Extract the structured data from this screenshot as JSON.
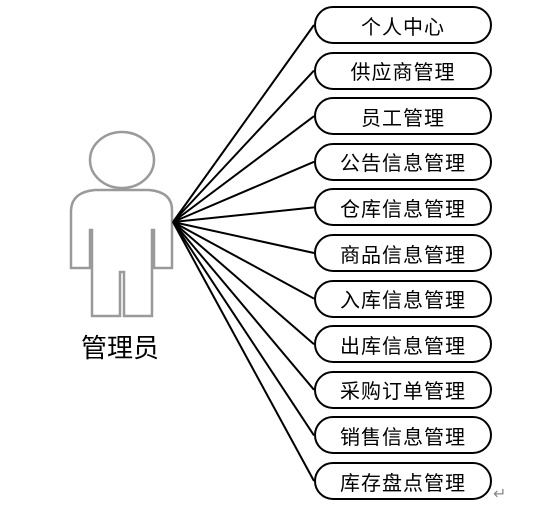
{
  "actor": {
    "label": "管理员",
    "icon": "person-icon"
  },
  "use_cases": [
    "个人中心",
    "供应商管理",
    "员工管理",
    "公告信息管理",
    "仓库信息管理",
    "商品信息管理",
    "入库信息管理",
    "出库信息管理",
    "采购订单管理",
    "销售信息管理",
    "库存盘点管理"
  ],
  "trailing_mark": "↵"
}
